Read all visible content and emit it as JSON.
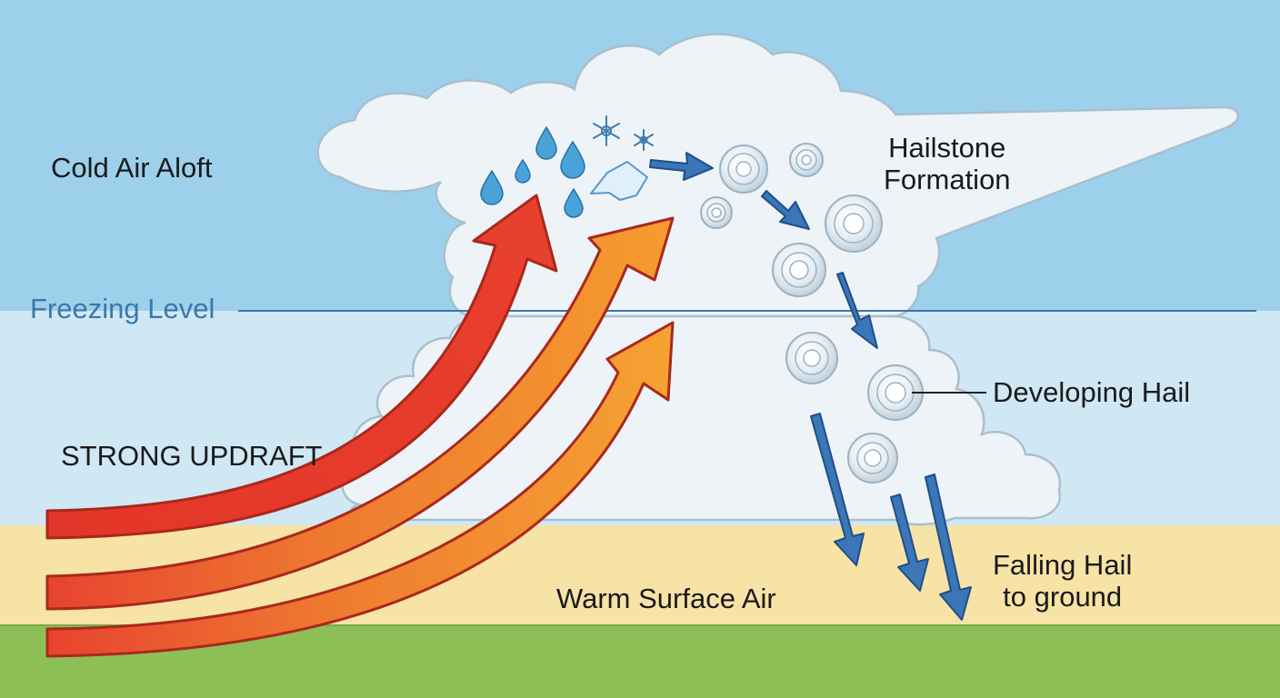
{
  "labels": {
    "cold_air": "Cold Air Aloft",
    "freezing_level": "Freezing Level",
    "updraft": "STRONG UPDRAFT",
    "hailstone_formation_line1": "Hailstone",
    "hailstone_formation_line2": "Formation",
    "developing_hail": "Developing Hail",
    "falling_hail_line1": "Falling Hail",
    "falling_hail_line2": "to ground",
    "warm_surface_air": "Warm Surface Air"
  },
  "colors": {
    "sky_upper": "#9dd0ea",
    "sky_lower": "#cfe8f3",
    "surface_band": "#f7e3a6",
    "ground": "#8dbf57",
    "freezing_line": "#3a78ad",
    "cloud_fill": "#eef3f7",
    "cloud_outline": "#a9bfcf",
    "updraft_red": "#e53a2c",
    "updraft_orange": "#f3962e",
    "updraft_outline": "#a9281d",
    "hail_arrow": "#3a76b8",
    "hail_arrow_outline": "#1f4f86",
    "water_drop": "#4aa3d8"
  },
  "icons": [
    "water-drop-icon",
    "snowflake-icon",
    "ice-crystal-icon",
    "hailstone-icon",
    "down-arrow-icon"
  ]
}
